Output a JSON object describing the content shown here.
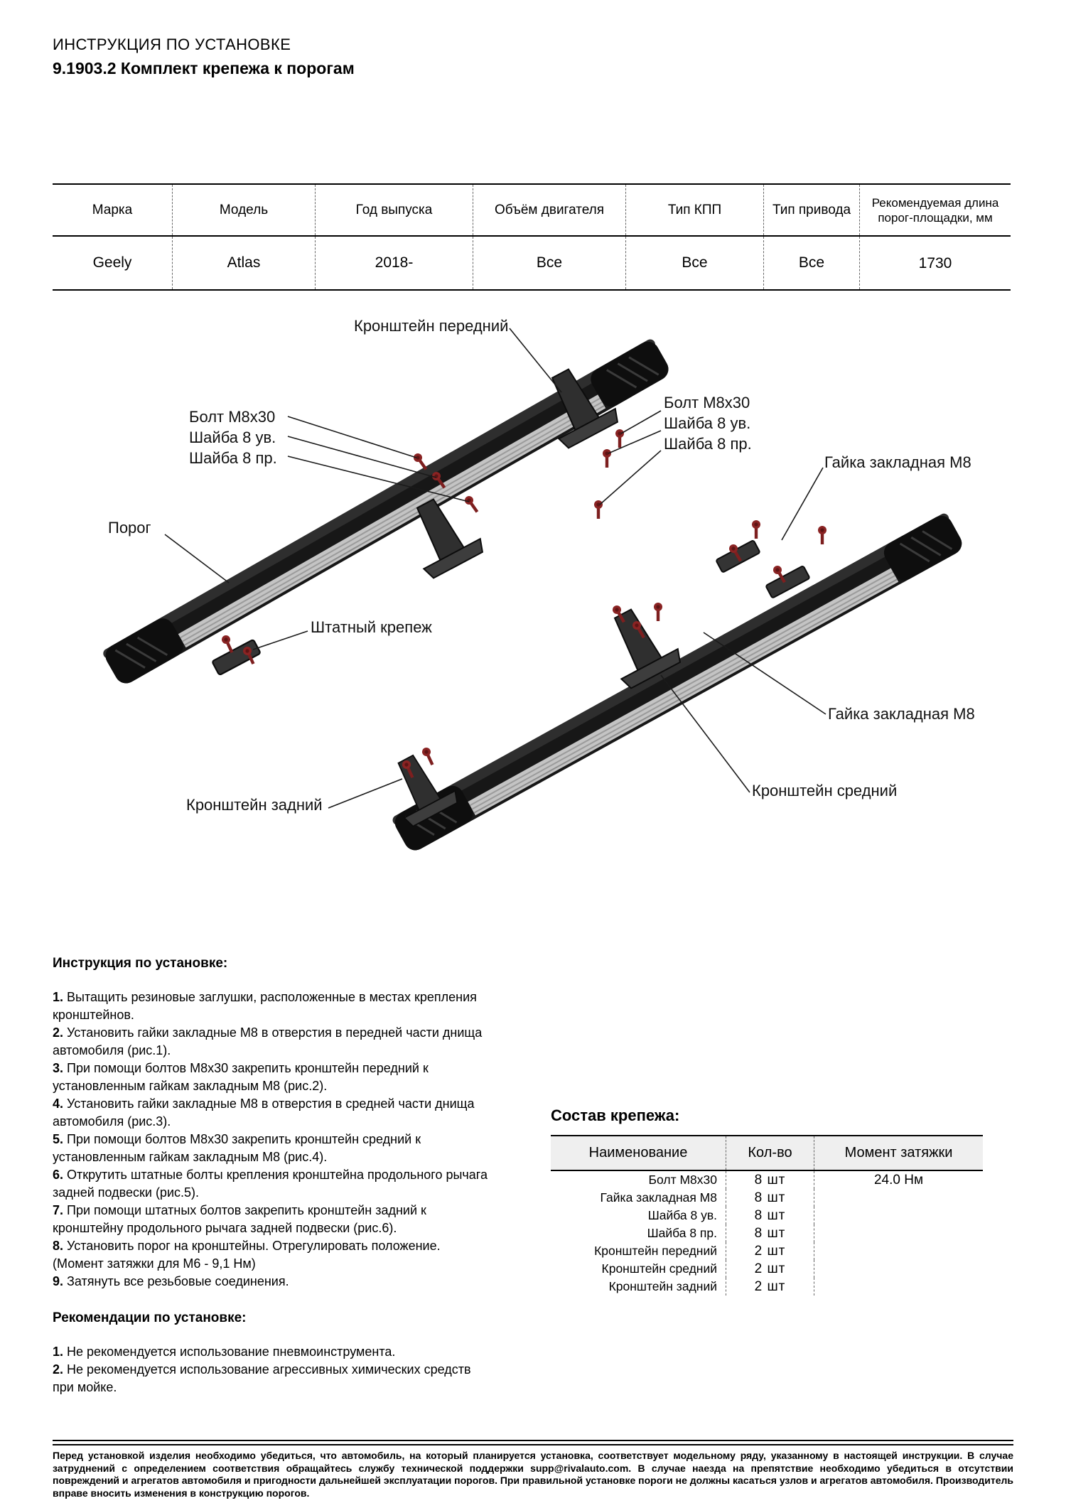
{
  "header": {
    "line1": "ИНСТРУКЦИЯ ПО УСТАНОВКЕ",
    "line2": "9.1903.2 Комплект крепежа к порогам"
  },
  "spec_table": {
    "headers": [
      "Марка",
      "Модель",
      "Год выпуска",
      "Объём двигателя",
      "Тип КПП",
      "Тип привода",
      "Рекомендуемая длина порог-площадки, мм"
    ],
    "row": [
      "Geely",
      "Atlas",
      "2018-",
      "Все",
      "Все",
      "Все",
      "1730"
    ]
  },
  "diagram": {
    "labels": {
      "bracket_front": "Кронштейн передний",
      "bolt_group_left": [
        "Болт М8х30",
        "Шайба 8 ув.",
        "Шайба 8 пр."
      ],
      "bolt_group_right": [
        "Болт М8х30",
        "Шайба 8 ув.",
        "Шайба 8 пр."
      ],
      "nut_top": "Гайка закладная М8",
      "sill": "Порог",
      "stock_fastener": "Штатный крепеж",
      "nut_bottom": "Гайка закладная М8",
      "bracket_middle": "Кронштейн средний",
      "bracket_rear": "Кронштейн задний"
    },
    "colors": {
      "bolt": "#7d1f1f",
      "board_black": "#161616",
      "aluminum": "#c4c4c4"
    }
  },
  "instructions": {
    "title": "Инструкция по установке:",
    "items": [
      {
        "n": "1.",
        "t": "Вытащить резиновые заглушки, расположенные в местах крепления кронштейнов."
      },
      {
        "n": "2.",
        "t": "Установить гайки закладные М8 в отверстия в передней части днища автомобиля (рис.1)."
      },
      {
        "n": "3.",
        "t": "При помощи болтов М8х30 закрепить кронштейн передний к установленным гайкам закладным М8 (рис.2)."
      },
      {
        "n": "4.",
        "t": "Установить гайки закладные М8 в отверстия в средней части днища автомобиля (рис.3)."
      },
      {
        "n": "5.",
        "t": "При помощи болтов М8х30 закрепить кронштейн средний к установленным гайкам закладным М8 (рис.4)."
      },
      {
        "n": "6.",
        "t": "Открутить штатные болты крепления кронштейна продольного рычага задней подвески (рис.5)."
      },
      {
        "n": "7.",
        "t": "При помощи штатных болтов закрепить кронштейн задний к кронштейну продольного рычага задней подвески (рис.6)."
      },
      {
        "n": "8.",
        "t": "Установить порог на кронштейны. Отрегулировать положение. (Момент затяжки для М6 - 9,1 Нм)"
      },
      {
        "n": "9.",
        "t": "Затянуть все резьбовые соединения."
      }
    ]
  },
  "recommendations": {
    "title": "Рекомендации по установке:",
    "items": [
      {
        "n": "1.",
        "t": "Не рекомендуется использование пневмоинструмента."
      },
      {
        "n": "2.",
        "t": "Не рекомендуется использование агрессивных химических средств при мойке."
      }
    ]
  },
  "hardware": {
    "title": "Состав крепежа:",
    "headers": [
      "Наименование",
      "Кол-во",
      "Момент затяжки"
    ],
    "rows": [
      {
        "name": "Болт М8х30",
        "qty": "8 шт",
        "torque": "24.0 Нм"
      },
      {
        "name": "Гайка закладная М8",
        "qty": "8 шт",
        "torque": ""
      },
      {
        "name": "Шайба 8 ув.",
        "qty": "8 шт",
        "torque": ""
      },
      {
        "name": "Шайба 8 пр.",
        "qty": "8 шт",
        "torque": ""
      },
      {
        "name": "Кронштейн передний",
        "qty": "2 шт",
        "torque": ""
      },
      {
        "name": "Кронштейн средний",
        "qty": "2 шт",
        "torque": ""
      },
      {
        "name": "Кронштейн задний",
        "qty": "2 шт",
        "torque": ""
      }
    ]
  },
  "footer": {
    "text": "Перед установкой изделия необходимо убедиться, что автомобиль, на который планируется установка, соответствует модельному ряду, указанному в настоящей инструкции. В случае затруднений с определением соответствия обращайтесь службу технической поддержки supp@rivalauto.com. В случае наезда на препятствие необходимо убедиться в отсутствии повреждений и агрегатов автомобиля и пригодности дальнейшей эксплуатации порогов. При правильной установке пороги не должны касаться узлов и агрегатов автомобиля. Производитель вправе вносить изменения в конструкцию порогов."
  }
}
